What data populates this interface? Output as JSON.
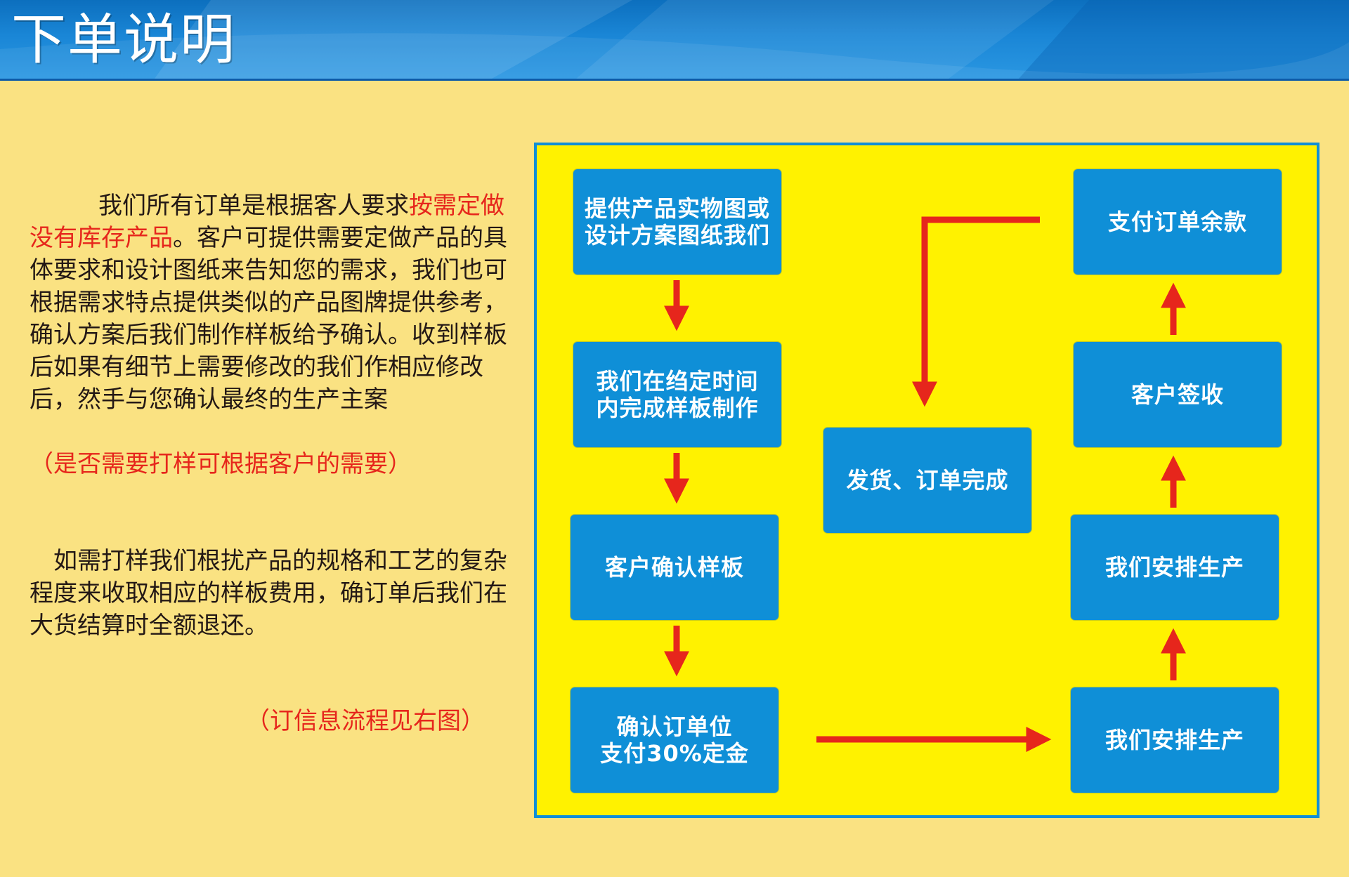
{
  "header": {
    "title": "下单说明"
  },
  "description": {
    "para1_prefix": "我们所有订单是根据客人要求",
    "para1_highlight": "按需定做没有库存产品",
    "para1_rest": "。客户可提供需要定做产品的具体要求和设计图纸来告知您的需求，我们也可根据需求特点提供类似的产品图牌提供参考，确认方案后我们制作样板给予确认。收到样板后如果有细节上需要修改的我们作相应修改后，然手与您确认最终的生产主案",
    "note1": "（是否需要打样可根据客户的需要）",
    "para2": "如需打样我们根扰产品的规格和工艺的复杂程度来收取相应的样板费用，确订单后我们在大货结算时全额退还。",
    "note2": "（订信息流程见右图）"
  },
  "flow": {
    "steps": {
      "provide_images": "提供产品实物图或\n设计方案图纸我们",
      "make_sample": "我们在绉定时间\n内完成样板制作",
      "confirm_sample": "客户确认样板",
      "confirm_order": "确认订单位\n支付30%定金",
      "production_1": "我们安排生产",
      "production_2": "我们安排生产",
      "customer_sign": "客户签收",
      "pay_balance": "支付订单余款",
      "ship_complete": "发货、订单完成"
    }
  },
  "colors": {
    "background": "#fae282",
    "header": "#1a86d6",
    "panel": "#fff200",
    "node": "#0f8fd7",
    "arrow": "#e6261c",
    "text": "#231815",
    "highlight": "#e6261c"
  }
}
